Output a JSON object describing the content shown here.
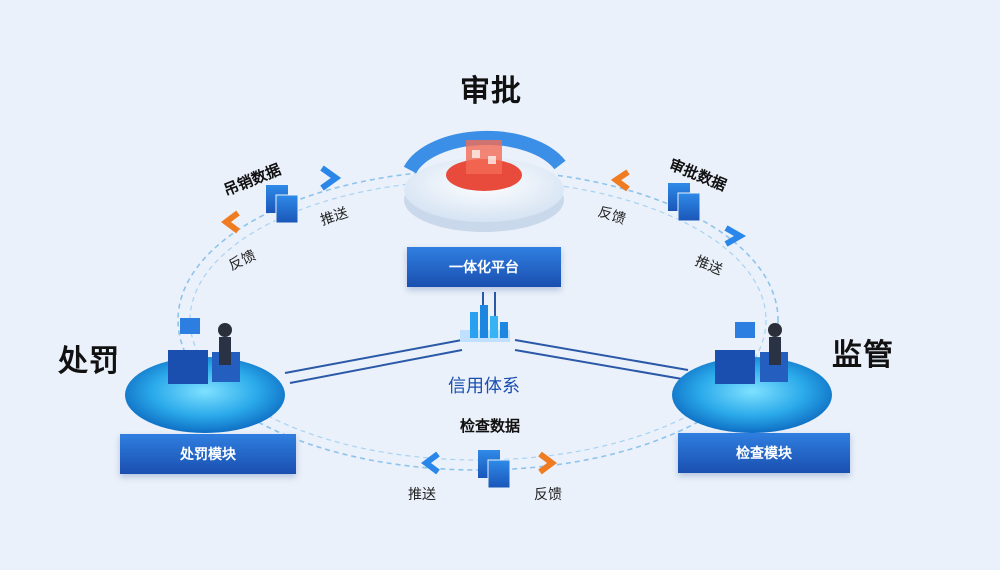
{
  "headings": {
    "approval": "审批",
    "penalty": "处罚",
    "supervision": "监管"
  },
  "modules": {
    "platform": "一体化平台",
    "penalty_module": "处罚模块",
    "inspection_module": "检查模块"
  },
  "center": {
    "credit_system": "信用体系"
  },
  "flows": {
    "revoke": {
      "title": "吊销数据",
      "push": "推送",
      "feedback": "反馈"
    },
    "approve": {
      "title": "审批数据",
      "push": "推送",
      "feedback": "反馈"
    },
    "inspect": {
      "title": "检查数据",
      "push": "推送",
      "feedback": "反馈"
    }
  },
  "colors": {
    "background": "#eaf1fa",
    "module_bar": "#2f7fe0",
    "arrow_blue": "#2a86e8",
    "arrow_orange": "#f07c22",
    "platform_core": "#e84a3c"
  },
  "icons": [
    "document-icon",
    "chevron-arrow-icon",
    "server-person-icon",
    "platform-disc-icon",
    "city-buildings-icon"
  ]
}
